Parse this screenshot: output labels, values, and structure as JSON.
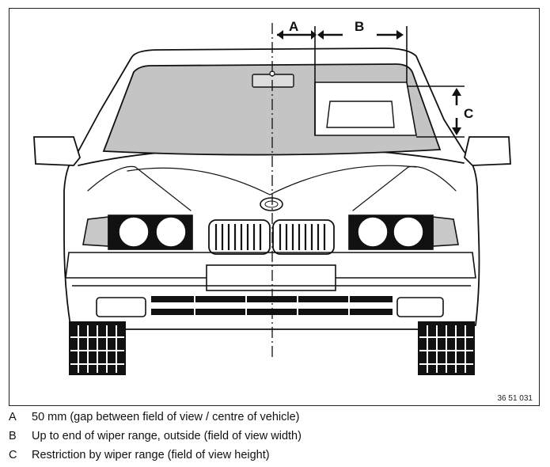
{
  "figure": {
    "labels": {
      "a": "A",
      "b": "B",
      "c": "C"
    },
    "code": "36 51 031"
  },
  "legend": [
    {
      "key": "A",
      "text": "50 mm (gap between field of view / centre of vehicle)"
    },
    {
      "key": "B",
      "text": "Up to end of wiper range, outside (field of view width)"
    },
    {
      "key": "C",
      "text": "Restriction by wiper range (field of view height)"
    }
  ],
  "colors": {
    "glass": "#c4c4c4",
    "line": "#111111",
    "background": "#ffffff"
  }
}
